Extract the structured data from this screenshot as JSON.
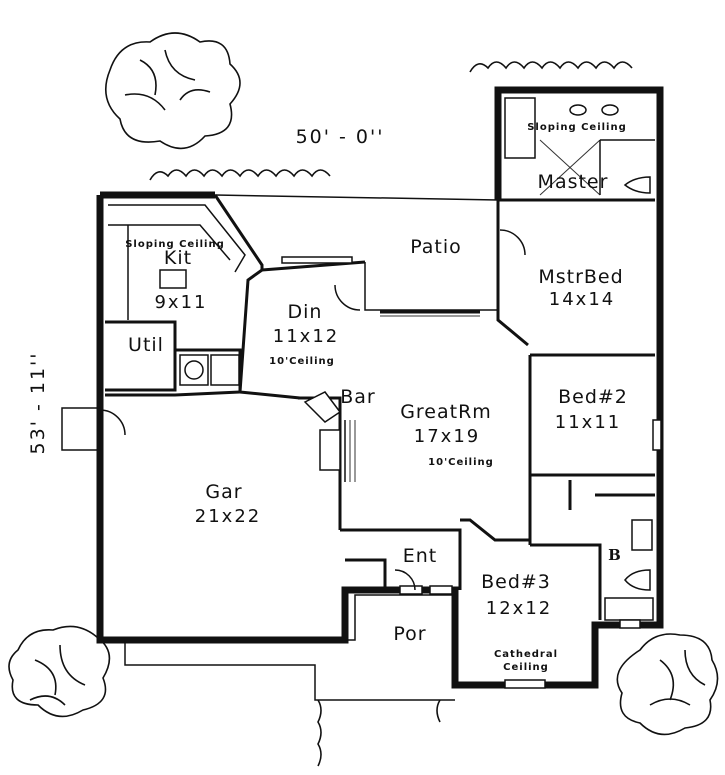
{
  "plan": {
    "overall_width": "50' - 0''",
    "overall_depth": "53' - 11''",
    "rooms": {
      "patio": "Patio",
      "master": "Master",
      "mstrbed": {
        "name": "MstrBed",
        "size": "14x14"
      },
      "kit": {
        "name": "Kit",
        "size": "9x11"
      },
      "din": {
        "name": "Din",
        "size": "11x12",
        "ceiling": "10'Ceiling"
      },
      "util": "Util",
      "bar": "Bar",
      "greatrm": {
        "name": "GreatRm",
        "size": "17x19",
        "ceiling": "10'Ceiling"
      },
      "bed2": {
        "name": "Bed#2",
        "size": "11x11"
      },
      "gar": {
        "name": "Gar",
        "size": "21x22"
      },
      "ent": "Ent",
      "bed3": {
        "name": "Bed#3",
        "size": "12x12",
        "ceiling_line1": "Cathedral",
        "ceiling_line2": "Ceiling"
      },
      "bath2": "B",
      "por": "Por"
    },
    "notes": {
      "kit_ceiling": "Sloping Ceiling",
      "master_ceiling": "Sloping Ceiling"
    }
  }
}
